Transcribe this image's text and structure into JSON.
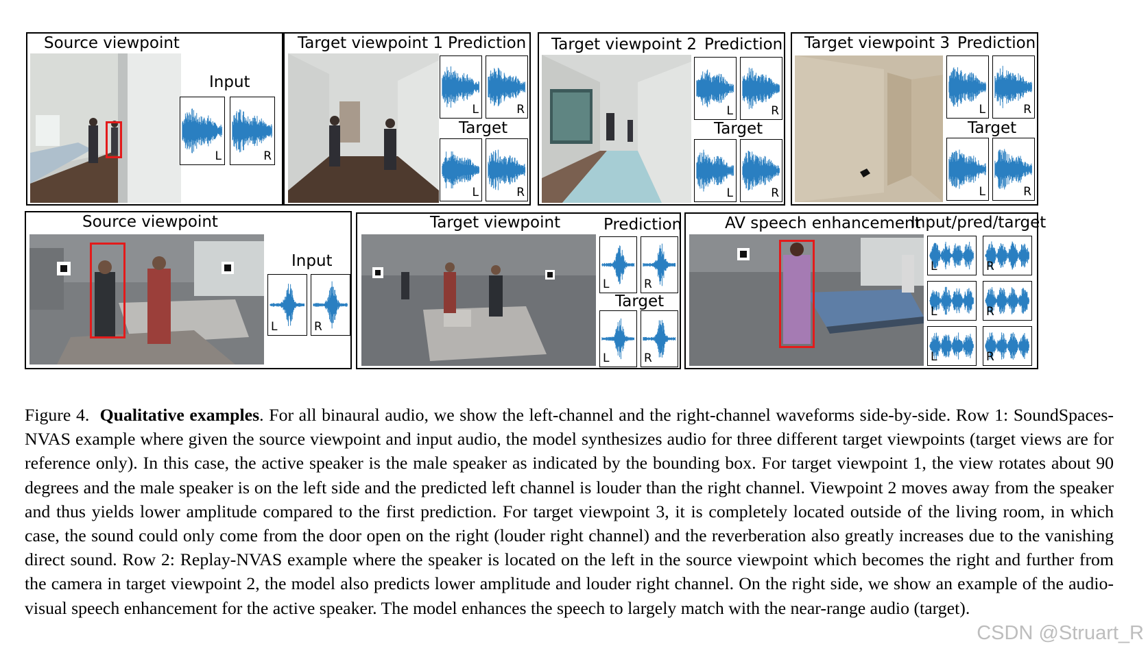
{
  "row1": {
    "source": {
      "title": "Source viewpoint",
      "input_label": "Input"
    },
    "targets": [
      {
        "title": "Target viewpoint 1",
        "prediction_label": "Prediction",
        "target_label": "Target"
      },
      {
        "title": "Target viewpoint 2",
        "prediction_label": "Prediction",
        "target_label": "Target"
      },
      {
        "title": "Target viewpoint 3",
        "prediction_label": "Prediction",
        "target_label": "Target"
      }
    ]
  },
  "row2": {
    "source": {
      "title": "Source viewpoint",
      "input_label": "Input"
    },
    "target": {
      "title": "Target viewpoint",
      "prediction_label": "Prediction",
      "target_label": "Target"
    },
    "avse": {
      "title": "AV speech enhancement",
      "ipt_label": "Input/pred/target"
    }
  },
  "channels": {
    "left": "L",
    "right": "R"
  },
  "caption": {
    "figure_label": "Figure 4.",
    "bold_title": "Qualitative examples",
    "text": ". For all binaural audio, we show the left-channel and the right-channel waveforms side-by-side. Row 1: SoundSpaces-NVAS example where given the source viewpoint and input audio, the model synthesizes audio for three different target viewpoints (target views are for reference only). In this case, the active speaker is the male speaker as indicated by the bounding box. For target viewpoint 1, the view rotates about 90 degrees and the male speaker is on the left side and the predicted left channel is louder than the right channel. Viewpoint 2 moves away from the speaker and thus yields lower amplitude compared to the first prediction. For target viewpoint 3, it is completely located outside of the living room, in which case, the sound could only come from the door open on the right (louder right channel) and the reverberation also greatly increases due to the vanishing direct sound. Row 2: Replay-NVAS example where the speaker is located on the left in the source viewpoint which becomes the right and further from the camera in target viewpoint 2, the model also predicts lower amplitude and louder right channel. On the right side, we show an example of the audio-visual speech enhancement for the active speaker. The model enhances the speech to largely match with the near-range audio (target)."
  },
  "watermark": "CSDN @Struart_R",
  "colors": {
    "waveform": "#2a7fc1",
    "bbox": "#e31b1b"
  }
}
